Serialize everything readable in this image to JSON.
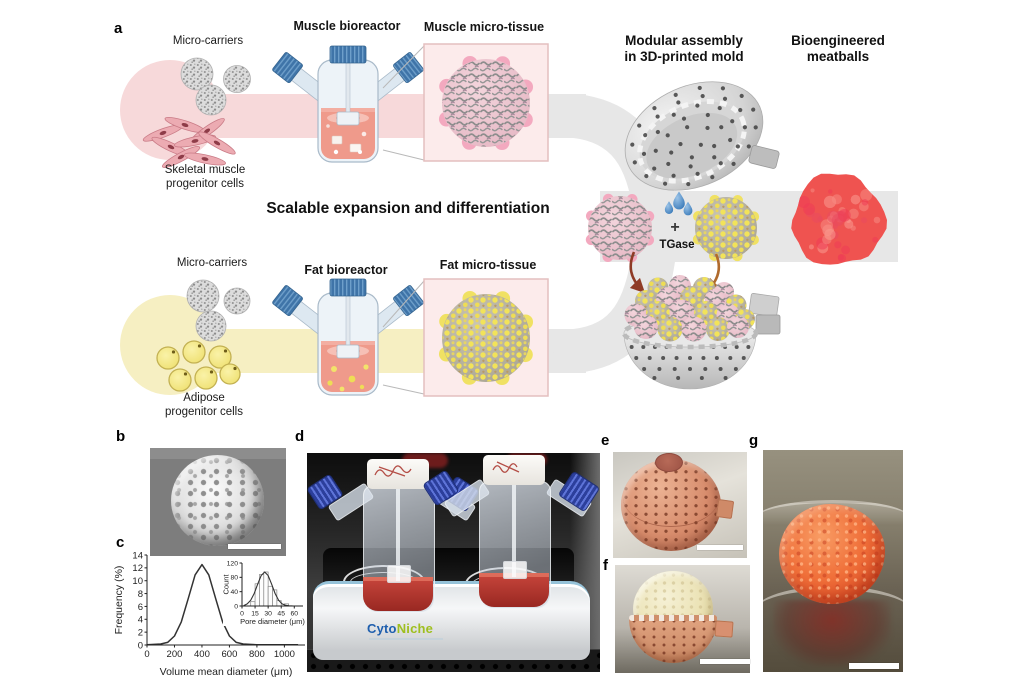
{
  "panel_letters": {
    "a": "a",
    "b": "b",
    "c": "c",
    "d": "d",
    "e": "e",
    "f": "f",
    "g": "g"
  },
  "panel_a": {
    "micro_carriers_top": "Micro-carriers",
    "muscle_bioreactor": "Muscle bioreactor",
    "muscle_micro_tissue": "Muscle micro-tissue",
    "skeletal_cells": "Skeletal muscle\nprogenitor cells",
    "modular_assembly": "Modular assembly\nin 3D-printed mold",
    "bioengineered_meatballs": "Bioengineered\nmeatballs",
    "scalable": "Scalable expansion and differentiation",
    "micro_carriers_bottom": "Micro-carriers",
    "fat_bioreactor": "Fat bioreactor",
    "fat_micro_tissue": "Fat micro-tissue",
    "adipose_cells": "Adipose\nprogenitor cells",
    "plus_sign": "+",
    "tgase": "TGase"
  },
  "panel_d": {
    "brand_cyto": "Cyto",
    "brand_niche": "Niche"
  },
  "colors": {
    "path_pink": "#f7d9da",
    "path_yellow": "#f6efc2",
    "path_gray": "#e7e7e7",
    "cap_blue": "#3f74a8",
    "droplet_blue": "#4a8cc8",
    "meatball_red": "#ef5350",
    "brand_blue": "#1f5fae",
    "brand_green": "#9fbf1f",
    "muscle_pink": "#ecc3cd",
    "fat_yellow": "#f0e25e"
  },
  "chart_data": [
    {
      "type": "line",
      "title": "",
      "xlabel": "Volume mean diameter (μm)",
      "ylabel": "Frequency (%)",
      "xlim": [
        0,
        1150
      ],
      "ylim": [
        0,
        14
      ],
      "xticks": [
        0,
        200,
        400,
        600,
        800,
        1000
      ],
      "yticks": [
        0,
        2,
        4,
        6,
        8,
        10,
        12,
        14
      ],
      "grid": false,
      "legend": false,
      "series": [
        {
          "x": [
            0,
            50,
            100,
            150,
            200,
            250,
            300,
            350,
            400,
            450,
            500,
            550,
            600,
            650,
            700,
            750,
            800,
            900,
            1000,
            1100
          ],
          "y": [
            0.05,
            0.1,
            0.15,
            0.4,
            1.4,
            3.6,
            7.2,
            10.9,
            12.5,
            10.9,
            7.2,
            3.6,
            1.4,
            0.4,
            0.15,
            0.1,
            0.05,
            0.05,
            0.05,
            0.05
          ]
        }
      ]
    },
    {
      "type": "histogram",
      "title": "",
      "xlabel": "Pore diameter (μm)",
      "ylabel": "Count",
      "xlim": [
        0,
        70
      ],
      "ylim": [
        0,
        120
      ],
      "xticks": [
        0,
        15,
        30,
        45,
        60
      ],
      "yticks": [
        0,
        40,
        80,
        120
      ],
      "grid": false,
      "legend": false,
      "bars": {
        "bin_width": 5,
        "centers": [
          12.5,
          17.5,
          22.5,
          27.5,
          32.5,
          37.5,
          42.5,
          51
        ],
        "counts": [
          12,
          62,
          88,
          95,
          55,
          45,
          15,
          6
        ]
      },
      "fit_curve": {
        "x": [
          2,
          6,
          10,
          14,
          18,
          22,
          26,
          30,
          34,
          38,
          42,
          46,
          50,
          54,
          58
        ],
        "y": [
          1,
          6,
          16,
          35,
          61,
          85,
          95,
          85,
          61,
          35,
          16,
          6,
          2,
          0.5,
          0.2
        ]
      }
    }
  ]
}
